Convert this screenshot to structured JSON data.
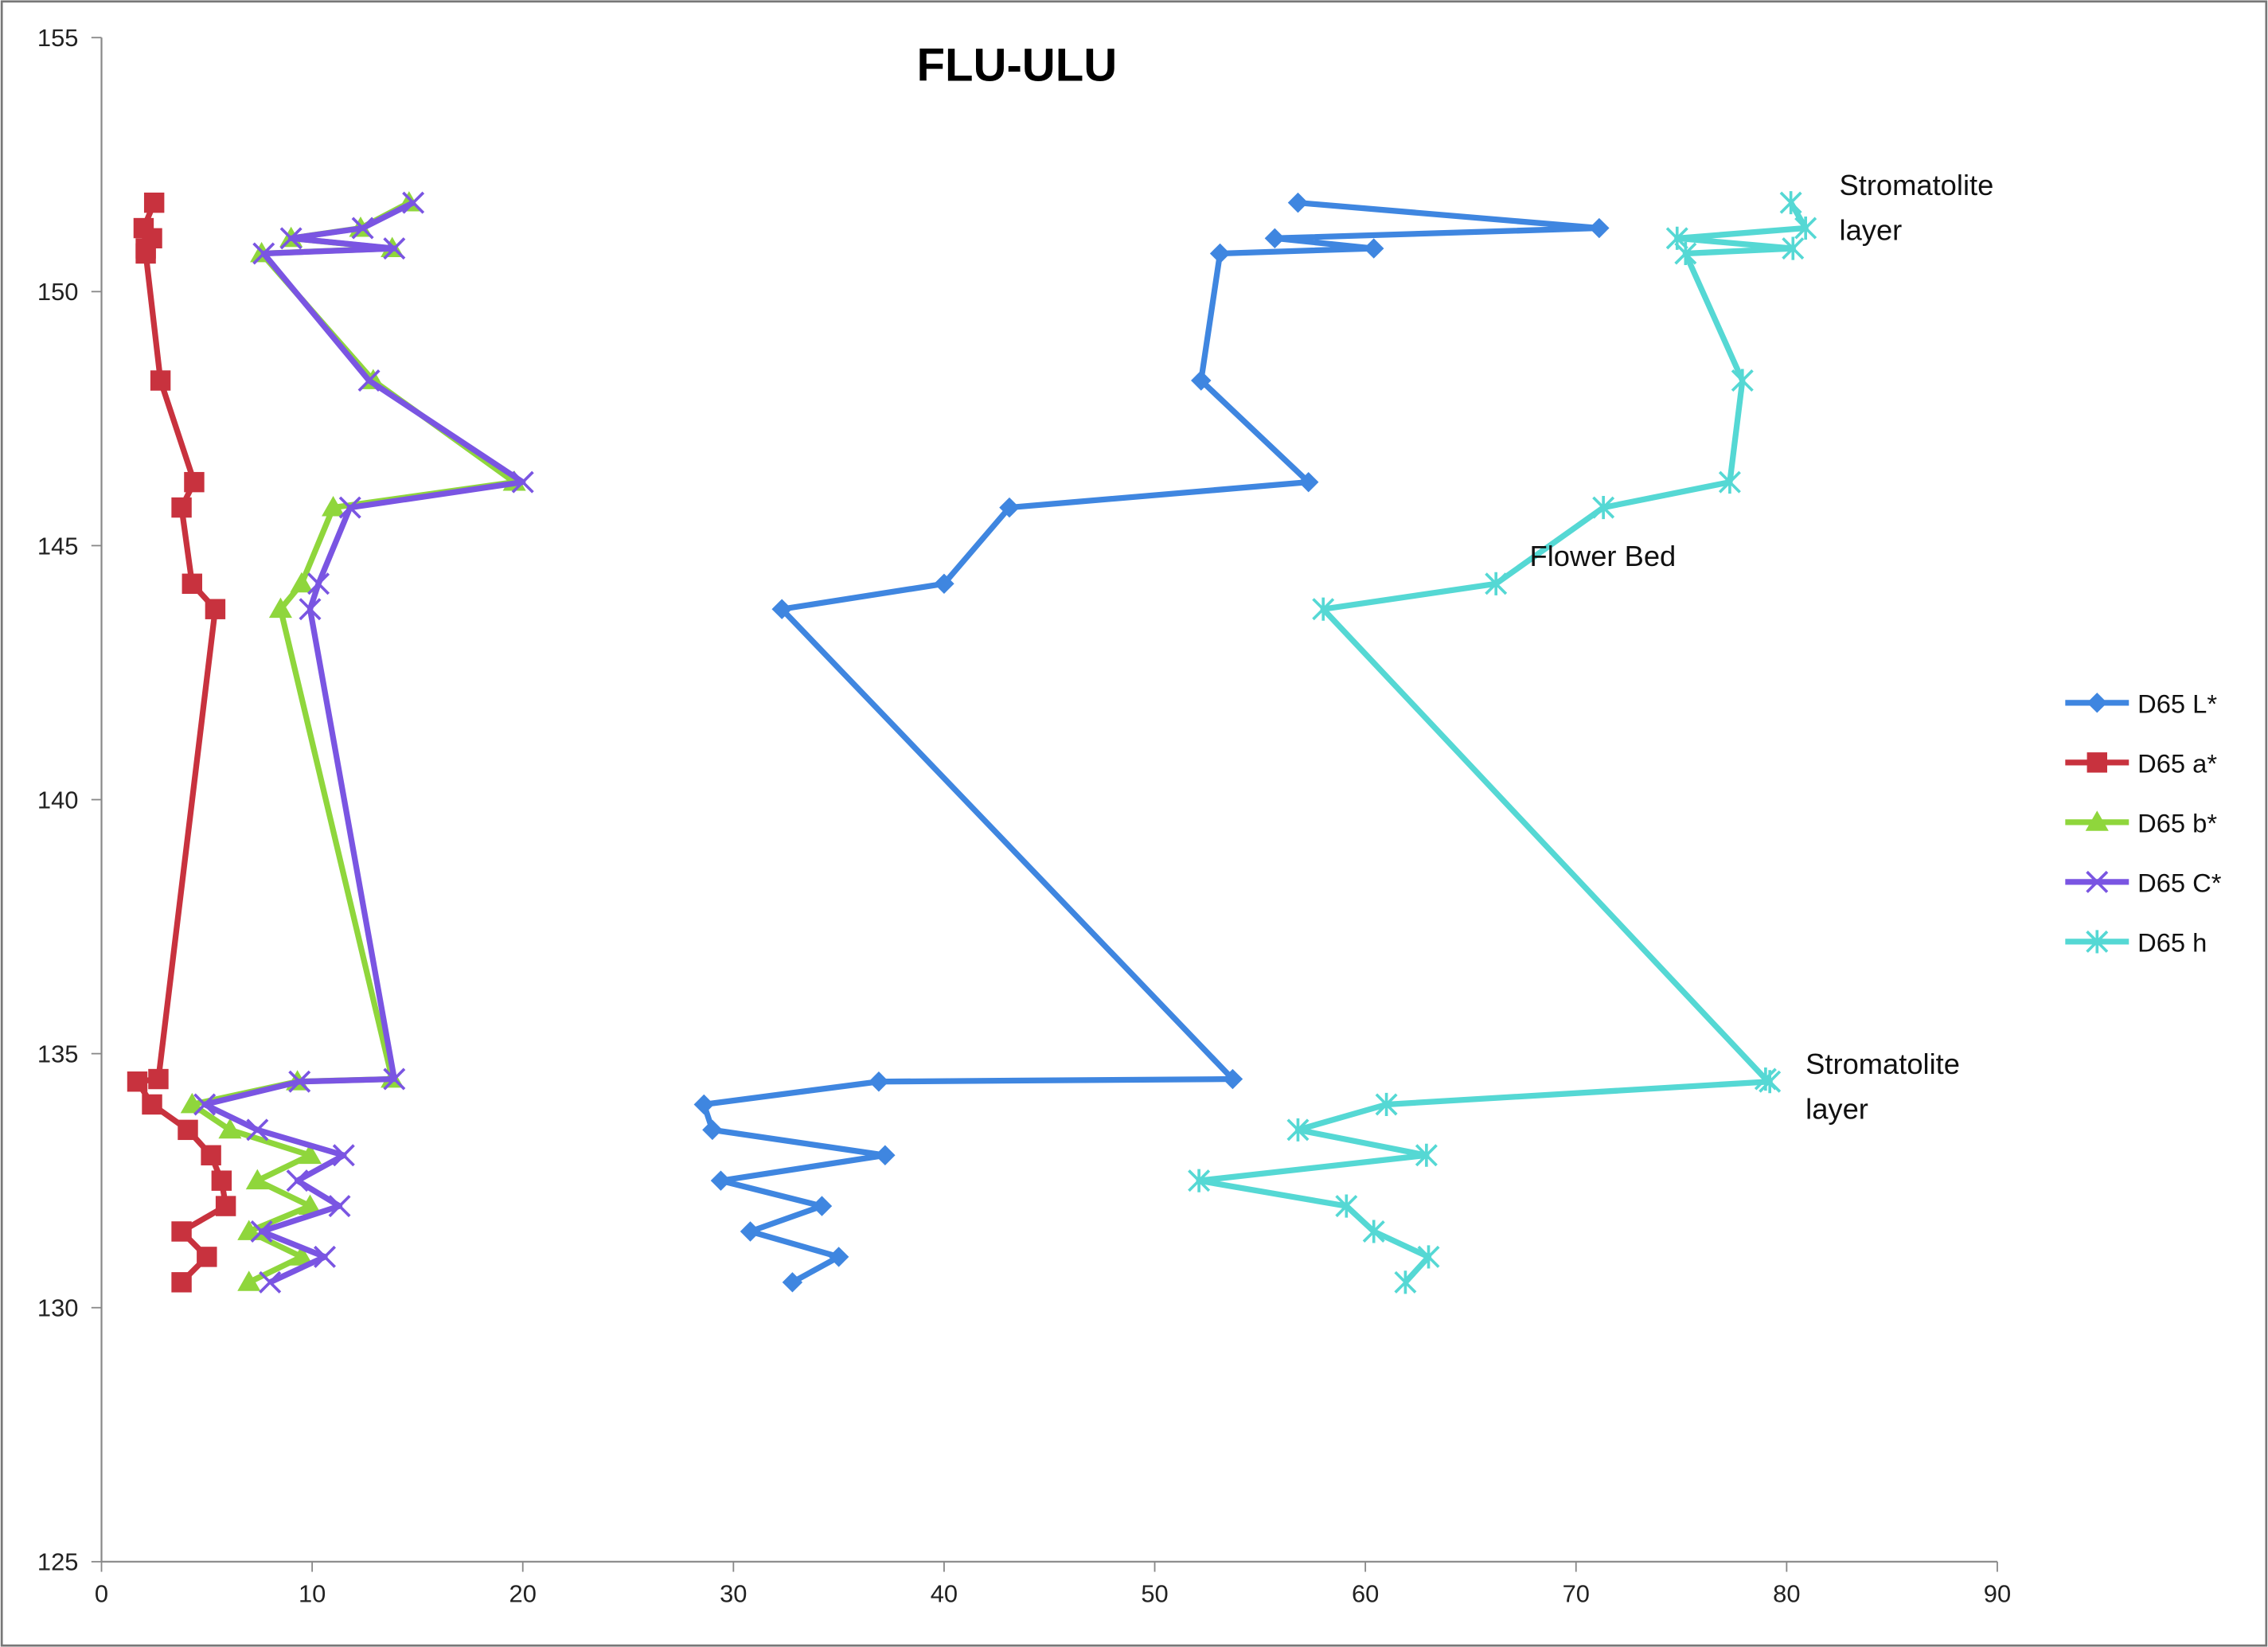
{
  "chart_data": {
    "type": "scatter",
    "title": "FLU-ULU",
    "xlabel": "",
    "ylabel": "",
    "xlim": [
      0,
      90
    ],
    "ylim": [
      125,
      155
    ],
    "xticks": [
      0,
      10,
      20,
      30,
      40,
      50,
      60,
      70,
      80,
      90
    ],
    "yticks": [
      125,
      130,
      135,
      140,
      145,
      150,
      155
    ],
    "grid": false,
    "legend_position": "right",
    "y": [
      151.75,
      151.25,
      151.05,
      150.85,
      150.75,
      148.25,
      146.25,
      145.75,
      144.25,
      143.75,
      134.5,
      134.45,
      134.0,
      133.5,
      133.0,
      132.5,
      132.0,
      131.5,
      131.0,
      130.5
    ],
    "series": [
      {
        "name": "D65 L*",
        "color": "#3f86e0",
        "marker": "diamond",
        "values": [
          56.8,
          71.1,
          55.7,
          60.4,
          53.1,
          52.2,
          57.3,
          43.1,
          40.0,
          32.3,
          53.7,
          36.9,
          28.6,
          29.0,
          37.2,
          29.4,
          34.2,
          30.8,
          35.0,
          32.8
        ]
      },
      {
        "name": "D65 a*",
        "color": "#c8323e",
        "marker": "square",
        "values": [
          2.5,
          2.0,
          2.4,
          2.1,
          2.1,
          2.8,
          4.4,
          3.8,
          4.3,
          5.4,
          2.7,
          1.7,
          2.4,
          4.1,
          5.2,
          5.7,
          5.9,
          3.8,
          5.0,
          3.8
        ]
      },
      {
        "name": "D65 b*",
        "color": "#8fd63c",
        "marker": "triangle",
        "values": [
          14.6,
          12.3,
          9.0,
          13.8,
          7.6,
          12.9,
          19.6,
          11.0,
          9.5,
          8.5,
          13.8,
          9.3,
          4.3,
          6.1,
          9.9,
          7.4,
          9.9,
          7.0,
          9.5,
          7.0
        ]
      },
      {
        "name": "D65 C*",
        "color": "#7a55e2",
        "marker": "x",
        "values": [
          14.8,
          12.4,
          9.0,
          13.9,
          7.7,
          12.7,
          20.0,
          11.8,
          10.3,
          9.9,
          13.9,
          9.4,
          4.9,
          7.4,
          11.5,
          9.3,
          11.3,
          7.6,
          10.6,
          8.0
        ]
      },
      {
        "name": "D65 h",
        "color": "#55d8d4",
        "marker": "asterisk",
        "values": [
          80.2,
          80.9,
          74.8,
          80.3,
          75.2,
          77.9,
          77.3,
          71.3,
          66.2,
          58.0,
          79.0,
          79.2,
          61.0,
          56.8,
          62.9,
          52.1,
          59.1,
          60.4,
          63.0,
          61.9
        ]
      }
    ],
    "annotations": [
      {
        "lines": [
          "Stromatolite",
          "layer"
        ],
        "x": 82.5,
        "y": 151.9
      },
      {
        "lines": [
          "Flower Bed"
        ],
        "x": 67.8,
        "y": 144.6
      },
      {
        "lines": [
          "Stromatolite",
          "layer"
        ],
        "x": 80.9,
        "y": 134.6
      }
    ]
  }
}
